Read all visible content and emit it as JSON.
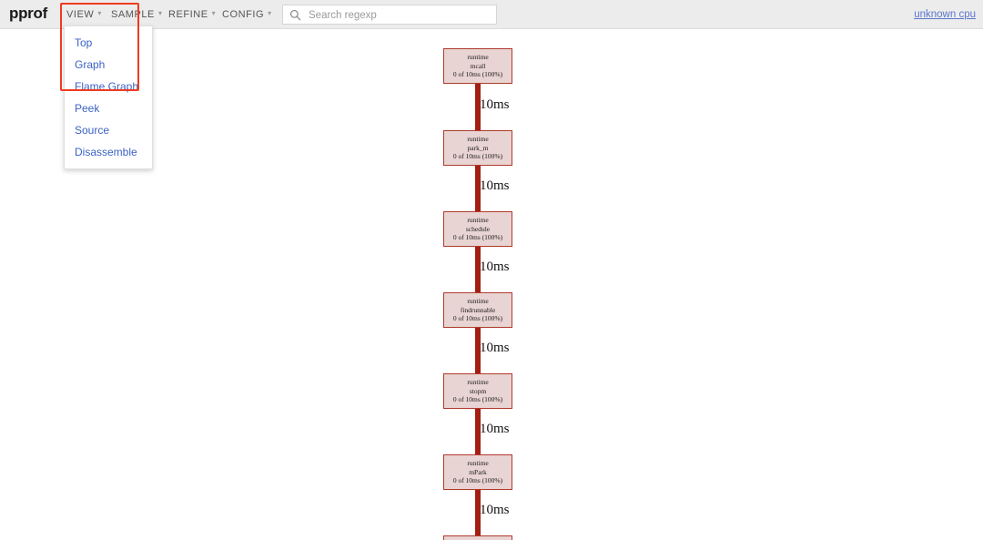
{
  "header": {
    "logo": "pprof",
    "menus": [
      {
        "name": "view",
        "label": "VIEW"
      },
      {
        "name": "sample",
        "label": "SAMPLE"
      },
      {
        "name": "refine",
        "label": "REFINE"
      },
      {
        "name": "config",
        "label": "CONFIG"
      }
    ],
    "search": {
      "placeholder": "Search regexp",
      "value": "",
      "icon": "search-icon"
    },
    "cpu_link": "unknown cpu",
    "colors": {
      "bar_background": "#ececec",
      "link": "#5d77cc",
      "menu_text": "#555555"
    }
  },
  "dropdown": {
    "open_for": "VIEW",
    "items": [
      {
        "label": "Top"
      },
      {
        "label": "Graph"
      },
      {
        "label": "Flame Graph"
      },
      {
        "label": "Peek"
      },
      {
        "label": "Source"
      },
      {
        "label": "Disassemble"
      }
    ]
  },
  "annotation": {
    "highlight_color": "#ef3b21",
    "encloses": [
      "VIEW",
      "Top",
      "Graph",
      "Flame Graph"
    ]
  },
  "graph": {
    "node_fill": "#e8d4d2",
    "node_border": "#b03a2e",
    "edge_color": "#a41e12",
    "nodes": [
      {
        "pkg": "runtime",
        "func": "mcall",
        "stats": "0 of 10ms (100%)"
      },
      {
        "pkg": "runtime",
        "func": "park_m",
        "stats": "0 of 10ms (100%)"
      },
      {
        "pkg": "runtime",
        "func": "schedule",
        "stats": "0 of 10ms (100%)"
      },
      {
        "pkg": "runtime",
        "func": "findrunnable",
        "stats": "0 of 10ms (100%)"
      },
      {
        "pkg": "runtime",
        "func": "stopm",
        "stats": "0 of 10ms (100%)"
      },
      {
        "pkg": "runtime",
        "func": "mPark",
        "stats": "0 of 10ms (100%)"
      },
      {
        "pkg": "",
        "func": "",
        "stats": ""
      }
    ],
    "edges": [
      {
        "label": "10ms"
      },
      {
        "label": "10ms"
      },
      {
        "label": "10ms"
      },
      {
        "label": "10ms"
      },
      {
        "label": "10ms"
      },
      {
        "label": "10ms"
      }
    ]
  }
}
